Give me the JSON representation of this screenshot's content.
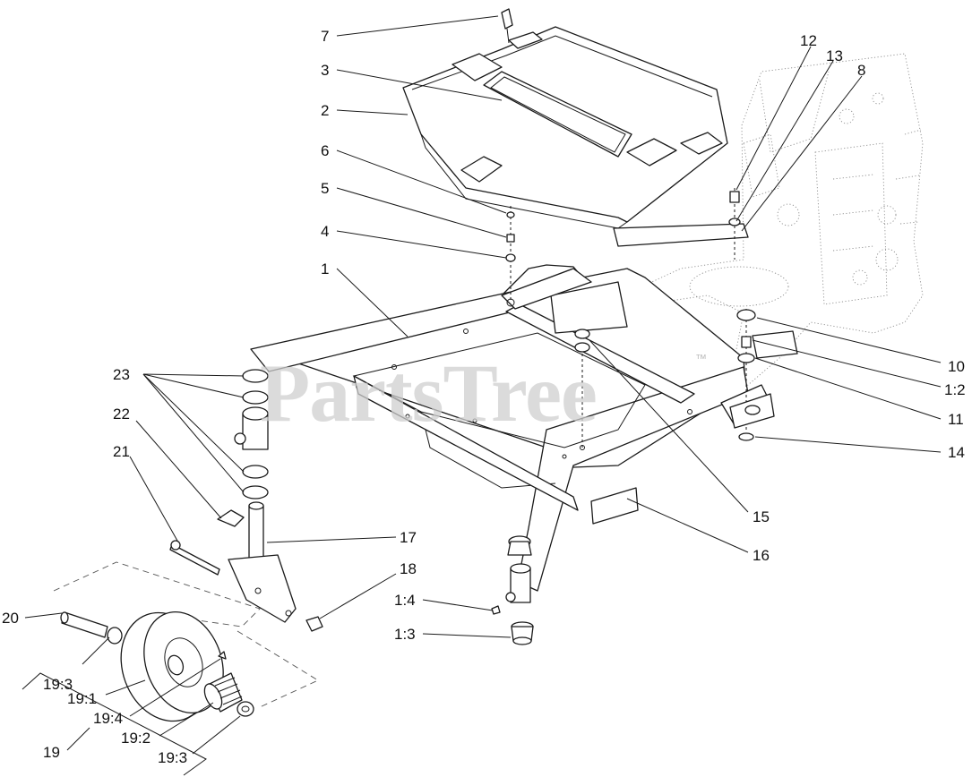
{
  "diagram": {
    "watermark": "PartsTree",
    "watermark_mark": "™",
    "callouts": [
      {
        "id": "c7",
        "label": "7"
      },
      {
        "id": "c3",
        "label": "3"
      },
      {
        "id": "c2",
        "label": "2"
      },
      {
        "id": "c6",
        "label": "6"
      },
      {
        "id": "c5",
        "label": "5"
      },
      {
        "id": "c4",
        "label": "4"
      },
      {
        "id": "c1",
        "label": "1"
      },
      {
        "id": "c12",
        "label": "12"
      },
      {
        "id": "c13",
        "label": "13"
      },
      {
        "id": "c8",
        "label": "8"
      },
      {
        "id": "c10",
        "label": "10"
      },
      {
        "id": "c1_2",
        "label": "1:2"
      },
      {
        "id": "c11",
        "label": "11"
      },
      {
        "id": "c14",
        "label": "14"
      },
      {
        "id": "c15",
        "label": "15"
      },
      {
        "id": "c16",
        "label": "16"
      },
      {
        "id": "c23",
        "label": "23"
      },
      {
        "id": "c22",
        "label": "22"
      },
      {
        "id": "c21",
        "label": "21"
      },
      {
        "id": "c17",
        "label": "17"
      },
      {
        "id": "c18",
        "label": "18"
      },
      {
        "id": "c1_4",
        "label": "1:4"
      },
      {
        "id": "c1_3",
        "label": "1:3"
      },
      {
        "id": "c20",
        "label": "20"
      },
      {
        "id": "c19_3a",
        "label": "19:3"
      },
      {
        "id": "c19_1",
        "label": "19:1"
      },
      {
        "id": "c19_4",
        "label": "19:4"
      },
      {
        "id": "c19_2",
        "label": "19:2"
      },
      {
        "id": "c19_3b",
        "label": "19:3"
      },
      {
        "id": "c19",
        "label": "19"
      }
    ]
  }
}
